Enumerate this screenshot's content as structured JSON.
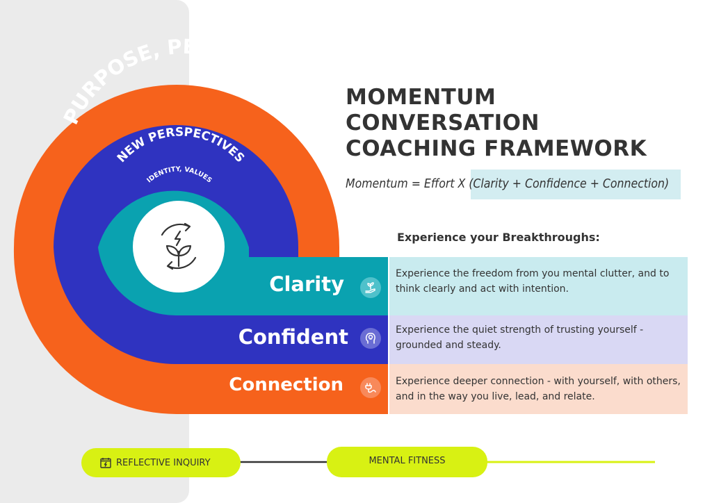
{
  "title_lines": [
    "MOMENTUM CONVERSATION",
    "COACHING FRAMEWORK"
  ],
  "formula_prefix": "Momentum = Effort X ",
  "formula_highlight": "(Clarity + Confidence + Connection)",
  "breakthroughs_heading": "Experience your Breakthroughs:",
  "rings": {
    "outer": "PURPOSE, PERFORMNCE",
    "middle": "NEW PERSPECTIVES",
    "inner": "IDENTITY, VALUES",
    "center_icon": "growth-cycle-icon"
  },
  "rows": [
    {
      "label": "Clarity",
      "icon": "hand-plant-icon",
      "text": "Experience the freedom from you mental clutter, and to think clearly and act with intention.",
      "band_color": "#0aa2b0",
      "desc_color": "#c9ebef"
    },
    {
      "label": "Confident",
      "icon": "head-lightbulb-icon",
      "text": "Experience the quiet strength of trusting yourself - grounded and steady.",
      "band_color": "#2f33c0",
      "desc_color": "#d9d8f4"
    },
    {
      "label": "Connection",
      "icon": "plug-icon",
      "text": "Experience deeper connection - with yourself, with others, and in the way you live, lead, and relate.",
      "band_color": "#f6621c",
      "desc_color": "#fbdccd"
    }
  ],
  "timeline": {
    "pill1": "REFLECTIVE INQUIRY",
    "pill1_icon": "calendar-bolt-icon",
    "pill2": "MENTAL FITNESS",
    "accent": "#d8f113"
  }
}
